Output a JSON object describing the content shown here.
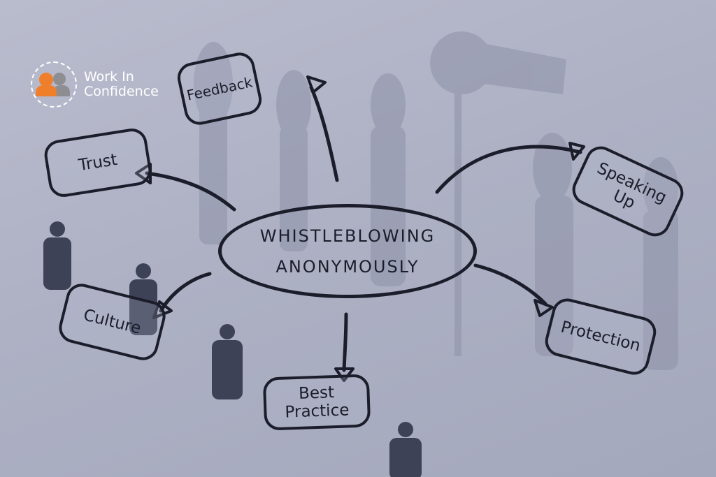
{
  "logo": {
    "line1": "Work In",
    "line2": "Confidence",
    "colors": {
      "orange": "#f07f2c",
      "gray": "#8d8d92"
    }
  },
  "center": {
    "line1": "WHISTLEBLOWING",
    "line2": "ANONYMOUSLY"
  },
  "nodes": {
    "feedback": "Feedback",
    "trust": "Trust",
    "speaking_up_1": "Speaking",
    "speaking_up_2": "Up",
    "culture": "Culture",
    "best_practice_1": "Best",
    "best_practice_2": "Practice",
    "protection": "Protection"
  },
  "colors": {
    "ink": "#1c1d2b",
    "background": "#aeb1c4"
  }
}
